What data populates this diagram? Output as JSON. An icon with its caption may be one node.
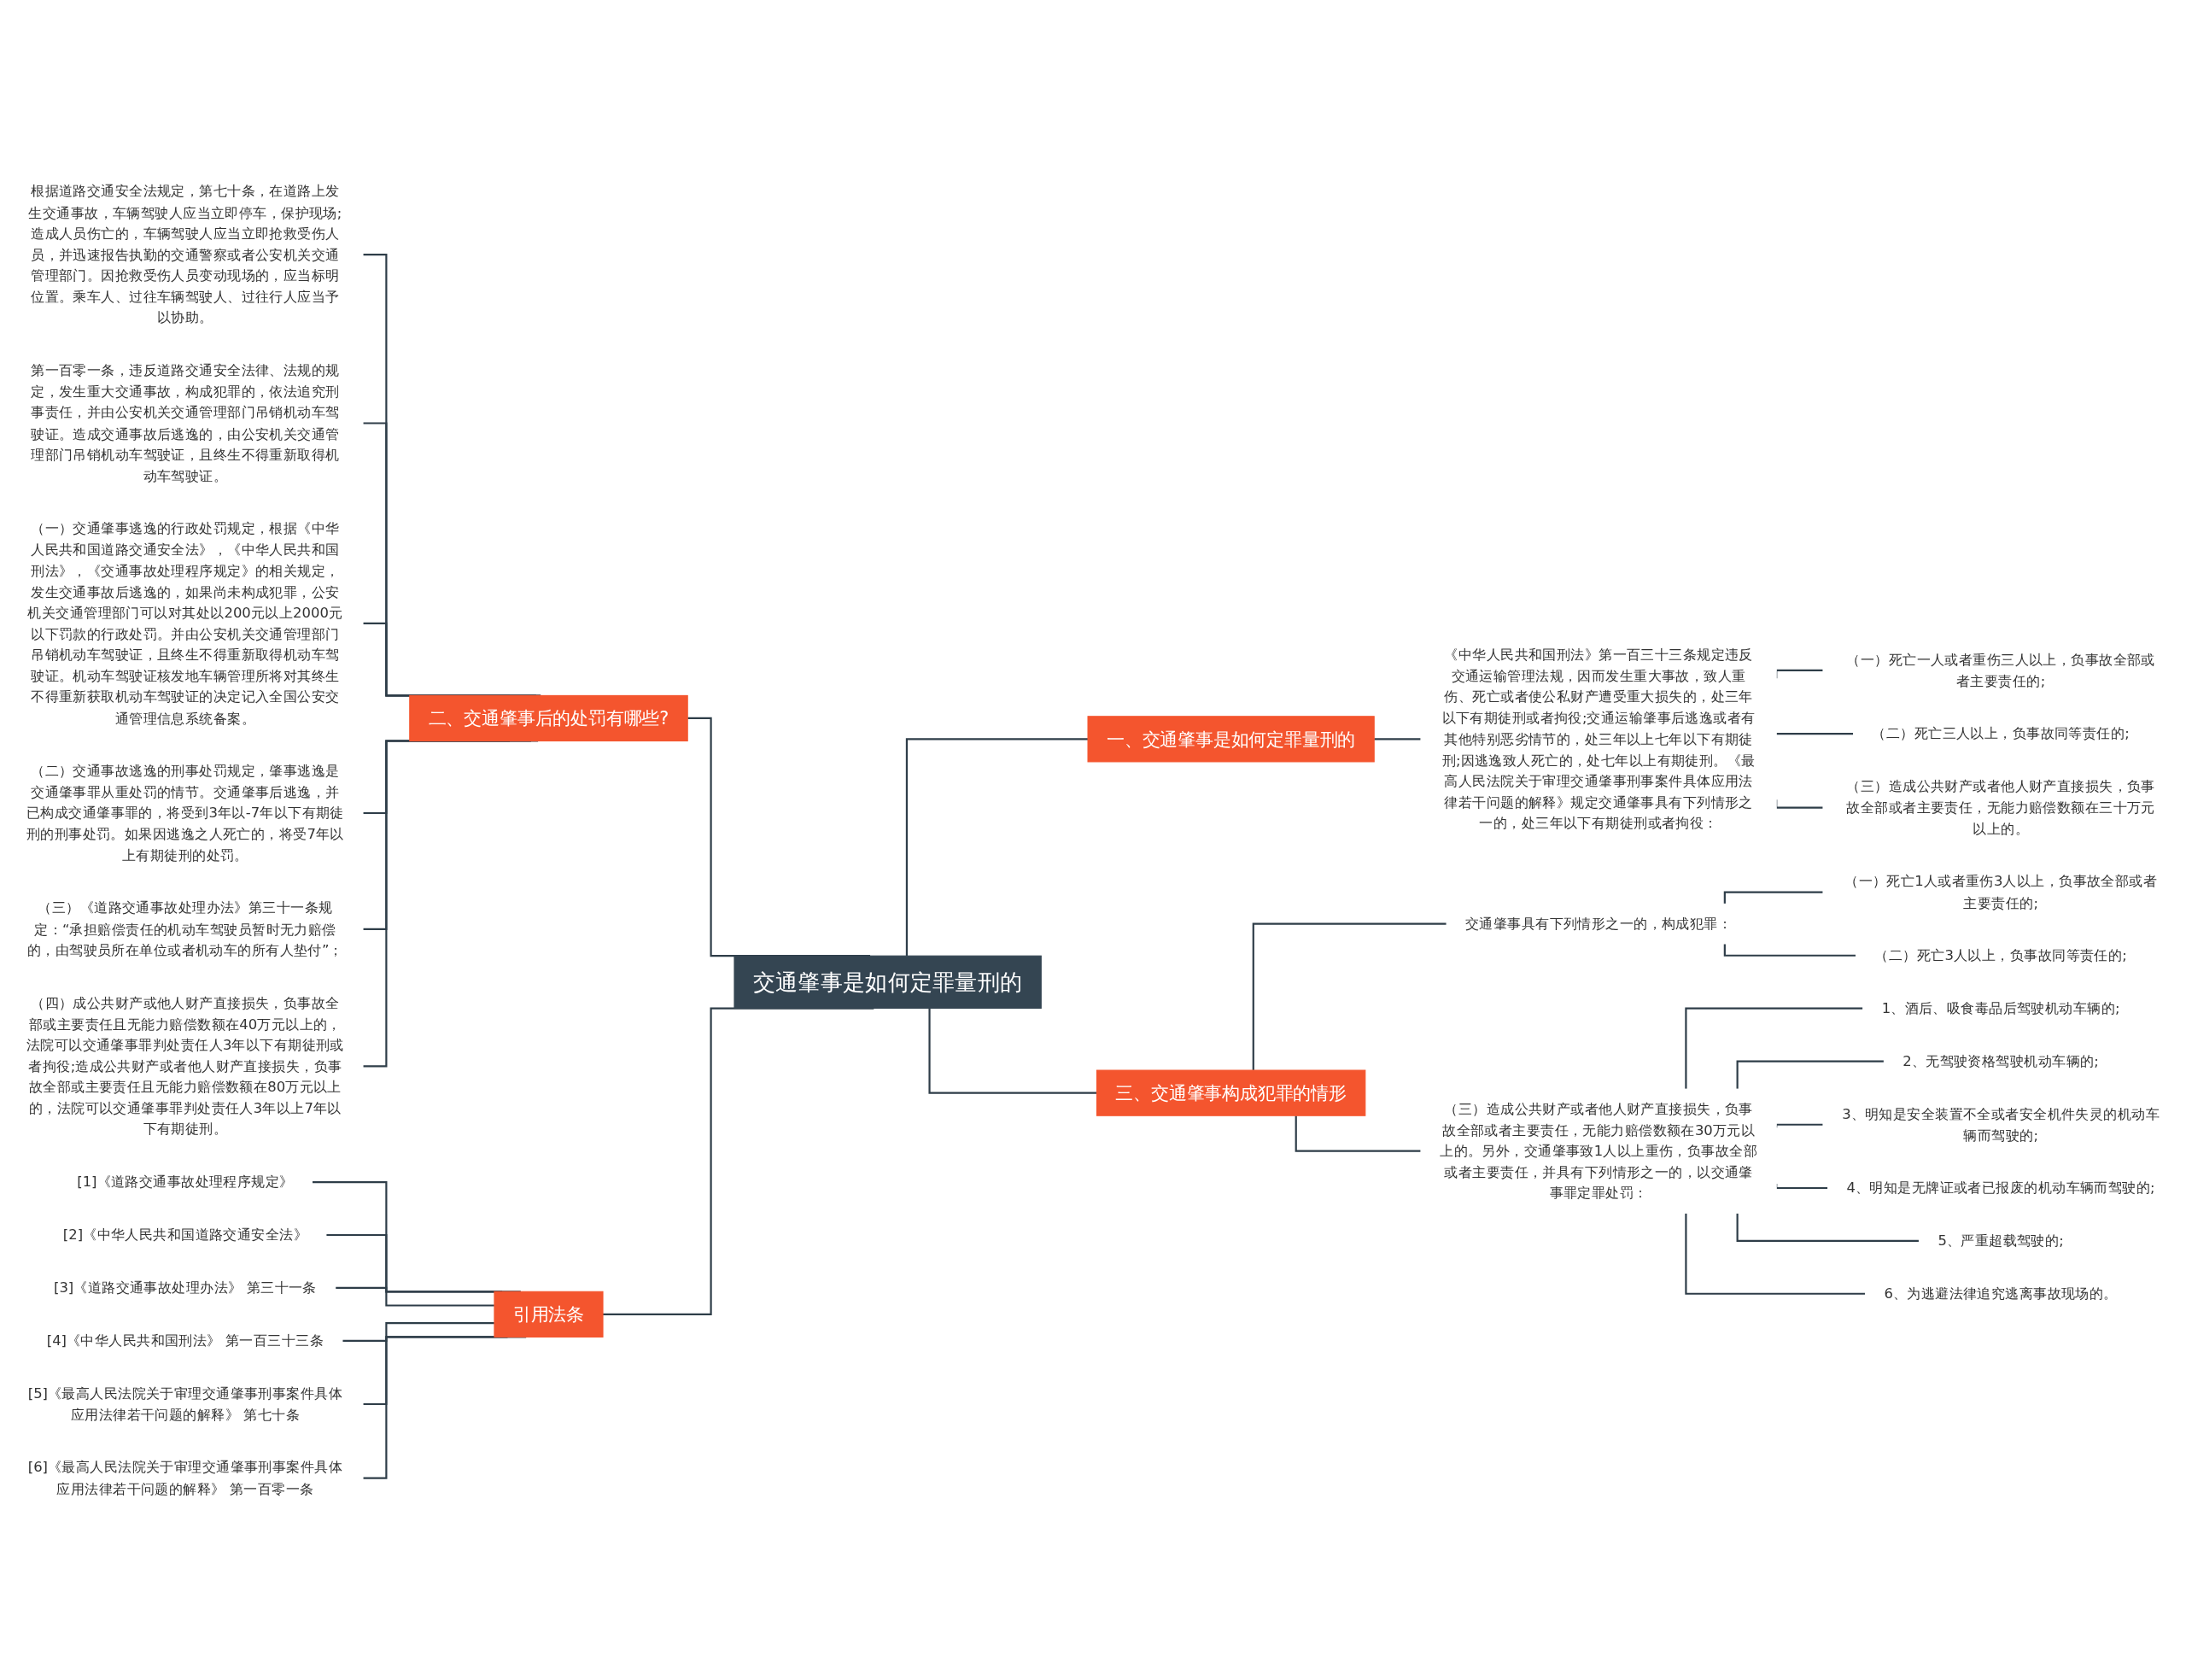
{
  "diagram": {
    "nodes": [
      {
        "text": [
          "交通肇事是如何定罪量刑的"
        ]
      },
      {
        "text": [
          "二、交通肇事后的处罚有哪些?"
        ]
      },
      {
        "text": [
          "根据道路交通安全法规定，第七十条，在道路上发生交通事故，车辆驾驶人应当立即停车，保护现场;造成人员伤亡的，车辆驾驶人应当立即抢救受伤人员，并迅速报告执勤的交通警察或者公安机关交通管理部门。因抢救受伤人员变动现场的，应当标明位置。乘车人、过往车辆驾驶人、过往行人应当予以协助。"
        ]
      },
      {
        "text": [
          "第一百零一条，违反道路交通安全法律、法规的规定，发生重大交通事故，构成犯罪的，依法追究刑事责任，并由公安机关交通管理部门吊销机动车驾驶证。造成交通事故后逃逸的，由公安机关交通管理部门吊销机动车驾驶证，且终生不得重新取得机动车驾驶证。"
        ]
      },
      {
        "text": [
          "（一）交通肇事逃逸的行政处罚规定，根据《中华人民共和国道路交通安全法》，《中华人民共和国刑法》，《交通事故处理程序规定》的相关规定，发生交通事故后逃逸的，如果尚未构成犯罪，公安机关交通管理部门可以对其处以200元以上2000元以下罚款的行政处罚。并由公安机关交通管理部门吊销机动车驾驶证，且终生不得重新取得机动车驾驶证。机动车驾驶证核发地车辆管理所将对其终生不得重新获取机动车驾驶证的决定记入全国公安交通管理信息系统备案。"
        ]
      },
      {
        "text": [
          "（二）交通事故逃逸的刑事处罚规定，肇事逃逸是交通肇事罪从重处罚的情节。交通肇事后逃逸，并已构成交通肇事罪的，将受到3年以-7年以下有期徒刑的刑事处罚。如果因逃逸之人死亡的，将受7年以上有期徒刑的处罚。"
        ]
      },
      {
        "text": [
          "（三）《道路交通事故处理办法》第三十一条规定：“承担赔偿责任的机动车驾驶员暂时无力赔偿的，由驾驶员所在单位或者机动车的所有人垫付”；"
        ]
      },
      {
        "text": [
          "（四）成公共财产或他人财产直接损失，负事故全部或主要责任且无能力赔偿数额在40万元以上的，法院可以交通肇事罪判处责任人3年以下有期徒刑或者拘役;造成公共财产或者他人财产直接损失，负事故全部或主要责任且无能力赔偿数额在80万元以上的，法院可以交通肇事罪判处责任人3年以上7年以下有期徒刑。"
        ]
      },
      {
        "text": [
          "引用法条"
        ]
      },
      {
        "text": [
          "[1]《道路交通事故处理程序规定》"
        ]
      },
      {
        "text": [
          "[2]《中华人民共和国道路交通安全法》"
        ]
      },
      {
        "text": [
          "[3]《道路交通事故处理办法》 第三十一条"
        ]
      },
      {
        "text": [
          "[4]《中华人民共和国刑法》 第一百三十三条"
        ]
      },
      {
        "text": [
          "[5]《最高人民法院关于审理交通肇事刑事案件具体应用法律若干问题的解释》 第七十条"
        ]
      },
      {
        "text": [
          "[6]《最高人民法院关于审理交通肇事刑事案件具体应用法律若干问题的解释》 第一百零一条"
        ]
      },
      {
        "text": [
          "一、交通肇事是如何定罪量刑的"
        ]
      },
      {
        "text": [
          "《中华人民共和国刑法》第一百三十三条规定违反交通运输管理法规，因而发生重大事故，致人重伤、死亡或者使公私财产遭受重大损失的，处三年以下有期徒刑或者拘役;交通运输肇事后逃逸或者有其他特别恶劣情节的，处三年以上七年以下有期徒刑;因逃逸致人死亡的，处七年以上有期徒刑。《最高人民法院关于审理交通肇事刑事案件具体应用法律若干问题的解释》规定交通肇事具有下列情形之一的，处三年以下有期徒刑或者拘役："
        ]
      },
      {
        "text": [
          "（一）死亡一人或者重伤三人以上，负事故全部或者主要责任的;"
        ]
      },
      {
        "text": [
          "（二）死亡三人以上，负事故同等责任的;"
        ]
      },
      {
        "text": [
          "（三）造成公共财产或者他人财产直接损失，负事故全部或者主要责任，无能力赔偿数额在三十万元以上的。"
        ]
      },
      {
        "text": [
          "三、交通肇事构成犯罪的情形"
        ]
      },
      {
        "text": [
          "交通肇事具有下列情形之一的，构成犯罪："
        ]
      },
      {
        "text": [
          "（一）死亡1人或者重伤3人以上，负事故全部或者主要责任的;"
        ]
      },
      {
        "text": [
          "（二）死亡3人以上，负事故同等责任的;"
        ]
      },
      {
        "text": [
          "（三）造成公共财产或者他人财产直接损失，负事故全部或者主要责任，无能力赔偿数额在30万元以上的。另外，交通肇事致1人以上重伤，负事故全部或者主要责任，并具有下列情形之一的，以交通肇事罪定罪处罚："
        ]
      },
      {
        "text": [
          "1、酒后、吸食毒品后驾驶机动车辆的;"
        ]
      },
      {
        "text": [
          "2、无驾驶资格驾驶机动车辆的;"
        ]
      },
      {
        "text": [
          "3、明知是安全装置不全或者安全机件失灵的机动车辆而驾驶的;"
        ]
      },
      {
        "text": [
          "4、明知是无牌证或者已报废的机动车辆而驾驶的;"
        ]
      },
      {
        "text": [
          "5、严重超载驾驶的;"
        ]
      },
      {
        "text": [
          "6、为逃避法律追究逃离事故现场的。"
        ]
      }
    ],
    "edges": [
      {
        "from": 0,
        "to": 1,
        "arrow": "none"
      },
      {
        "from": 1,
        "to": 2,
        "arrow": "none"
      },
      {
        "from": 1,
        "to": 3,
        "arrow": "none"
      },
      {
        "from": 1,
        "to": 4,
        "arrow": "none"
      },
      {
        "from": 1,
        "to": 5,
        "arrow": "none"
      },
      {
        "from": 1,
        "to": 6,
        "arrow": "none"
      },
      {
        "from": 1,
        "to": 7,
        "arrow": "none"
      },
      {
        "from": 0,
        "to": 8,
        "arrow": "none"
      },
      {
        "from": 8,
        "to": 9,
        "arrow": "none"
      },
      {
        "from": 8,
        "to": 10,
        "arrow": "none"
      },
      {
        "from": 8,
        "to": 11,
        "arrow": "none"
      },
      {
        "from": 8,
        "to": 12,
        "arrow": "none"
      },
      {
        "from": 8,
        "to": 13,
        "arrow": "none"
      },
      {
        "from": 8,
        "to": 14,
        "arrow": "none"
      },
      {
        "from": 0,
        "to": 15,
        "arrow": "none"
      },
      {
        "from": 15,
        "to": 16,
        "arrow": "none"
      },
      {
        "from": 16,
        "to": 17,
        "arrow": "none"
      },
      {
        "from": 16,
        "to": 18,
        "arrow": "none"
      },
      {
        "from": 16,
        "to": 19,
        "arrow": "none"
      },
      {
        "from": 0,
        "to": 20,
        "arrow": "none"
      },
      {
        "from": 20,
        "to": 21,
        "arrow": "none"
      },
      {
        "from": 21,
        "to": 22,
        "arrow": "none"
      },
      {
        "from": 21,
        "to": 23,
        "arrow": "none"
      },
      {
        "from": 20,
        "to": 24,
        "arrow": "none"
      },
      {
        "from": 24,
        "to": 25,
        "arrow": "none"
      },
      {
        "from": 24,
        "to": 26,
        "arrow": "none"
      },
      {
        "from": 24,
        "to": 27,
        "arrow": "none"
      },
      {
        "from": 24,
        "to": 28,
        "arrow": "none"
      },
      {
        "from": 24,
        "to": 29,
        "arrow": "none"
      },
      {
        "from": 24,
        "to": 30,
        "arrow": "none"
      }
    ]
  }
}
